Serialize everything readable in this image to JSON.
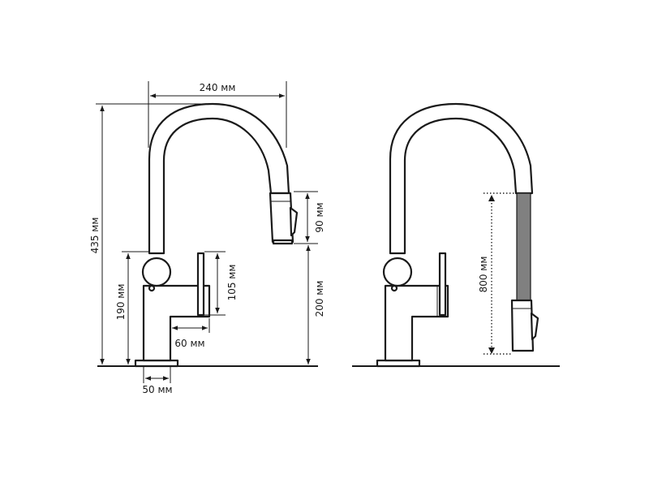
{
  "dimensions": {
    "width_top": "240 мм",
    "total_height": "435 мм",
    "spray_head_height": "90 мм",
    "spout_base_height": "190 мм",
    "lever_height": "105 мм",
    "body_height": "200 мм",
    "body_depth": "60 мм",
    "base_width": "50 мм",
    "hose_length": "800 мм"
  },
  "colors": {
    "line": "#1a1a1a",
    "hose": "#808080",
    "background": "#ffffff"
  }
}
